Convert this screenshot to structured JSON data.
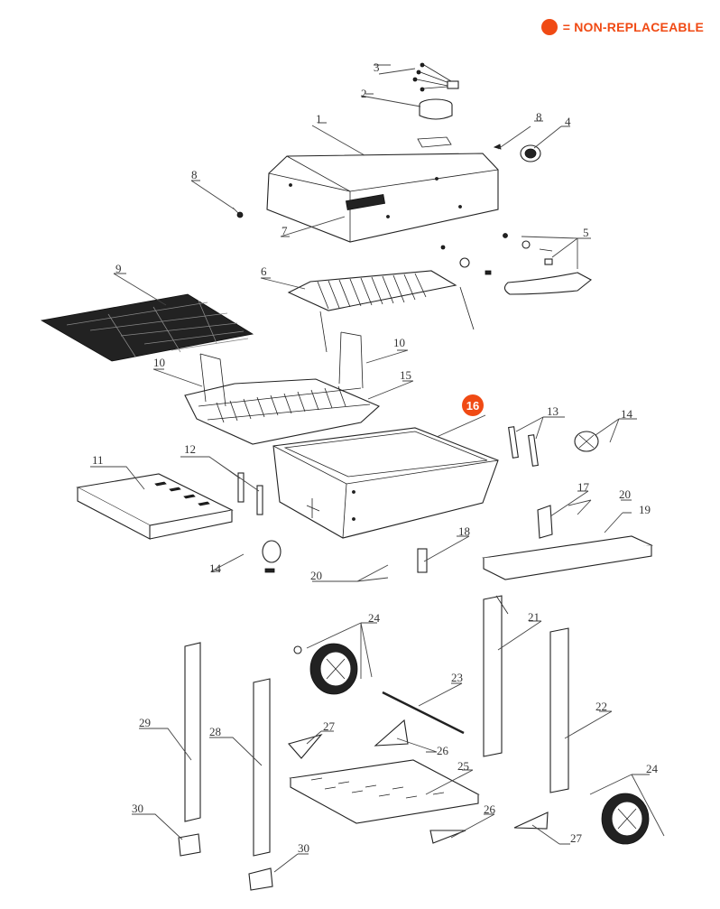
{
  "legend": {
    "label": "= NON-REPLACEABLE",
    "color": "#F04A14"
  },
  "callouts": [
    {
      "id": "c1",
      "text": "1"
    },
    {
      "id": "c2",
      "text": "2"
    },
    {
      "id": "c3",
      "text": "3"
    },
    {
      "id": "c4",
      "text": "4"
    },
    {
      "id": "c5",
      "text": "5"
    },
    {
      "id": "c6",
      "text": "6"
    },
    {
      "id": "c7",
      "text": "7"
    },
    {
      "id": "c8a",
      "text": "8"
    },
    {
      "id": "c8b",
      "text": "8"
    },
    {
      "id": "c9",
      "text": "9"
    },
    {
      "id": "c10a",
      "text": "10"
    },
    {
      "id": "c10b",
      "text": "10"
    },
    {
      "id": "c11",
      "text": "11"
    },
    {
      "id": "c12",
      "text": "12"
    },
    {
      "id": "c13",
      "text": "13"
    },
    {
      "id": "c14a",
      "text": "14"
    },
    {
      "id": "c14b",
      "text": "14"
    },
    {
      "id": "c15",
      "text": "15"
    },
    {
      "id": "c16",
      "text": "16"
    },
    {
      "id": "c17",
      "text": "17"
    },
    {
      "id": "c18",
      "text": "18"
    },
    {
      "id": "c19",
      "text": "19"
    },
    {
      "id": "c20a",
      "text": "20"
    },
    {
      "id": "c20b",
      "text": "20"
    },
    {
      "id": "c21",
      "text": "21"
    },
    {
      "id": "c22",
      "text": "22"
    },
    {
      "id": "c23",
      "text": "23"
    },
    {
      "id": "c24a",
      "text": "24"
    },
    {
      "id": "c24b",
      "text": "24"
    },
    {
      "id": "c25",
      "text": "25"
    },
    {
      "id": "c26a",
      "text": "26"
    },
    {
      "id": "c26b",
      "text": "26"
    },
    {
      "id": "c27a",
      "text": "27"
    },
    {
      "id": "c27b",
      "text": "27"
    },
    {
      "id": "c28",
      "text": "28"
    },
    {
      "id": "c29",
      "text": "29"
    },
    {
      "id": "c30a",
      "text": "30"
    },
    {
      "id": "c30b",
      "text": "30"
    }
  ]
}
